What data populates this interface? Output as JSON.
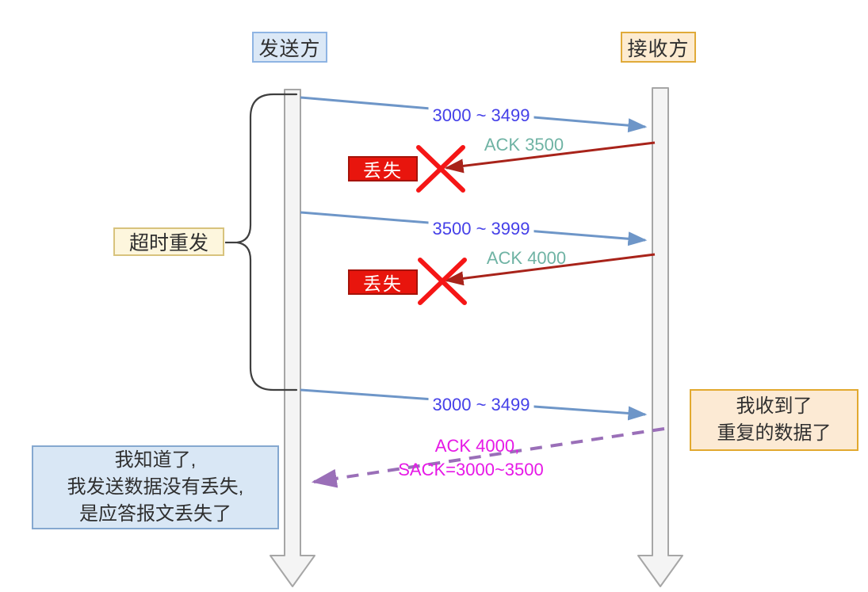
{
  "diagram": {
    "title_hint": "TCP SACK retransmission sequence diagram",
    "actors": {
      "sender": "发送方",
      "receiver": "接收方"
    },
    "timeout_label": "超时重发",
    "loss_labels": [
      "丢失",
      "丢失"
    ],
    "flows": [
      {
        "label": "3000 ~ 3499",
        "type": "data",
        "direction": "sender→receiver"
      },
      {
        "label": "ACK 3500",
        "type": "ack",
        "direction": "receiver→sender",
        "lost": true
      },
      {
        "label": "3500 ~ 3999",
        "type": "data",
        "direction": "sender→receiver"
      },
      {
        "label": "ACK 4000",
        "type": "ack",
        "direction": "receiver→sender",
        "lost": true
      },
      {
        "label": "3000 ~ 3499",
        "type": "data",
        "direction": "sender→receiver"
      },
      {
        "label": "ACK 4000,",
        "type": "sack",
        "direction": "receiver→sender"
      },
      {
        "label": "SACK=3000~3500",
        "type": "sack",
        "direction": "receiver→sender"
      }
    ],
    "notes": {
      "receiver_line1": "我收到了",
      "receiver_line2": "重复的数据了",
      "sender_line1": "我知道了,",
      "sender_line2": "我发送数据没有丢失,",
      "sender_line3": "是应答报文丢失了"
    },
    "colors": {
      "data_text": "#4540e8",
      "data_arrow": "#6e96c8",
      "ack_text": "#6fb3a4",
      "ack_arrow": "#a8231a",
      "loss_bg": "#e8150d",
      "loss_x": "#f51616",
      "sack_text": "#e619e6",
      "sack_arrow": "#9a6fb8",
      "sender_box_bg": "#dbe8f6",
      "sender_box_border": "#8eb4e3",
      "receiver_box_bg": "#fdebd0",
      "receiver_box_border": "#e0aa39",
      "timeout_box_bg": "#fdf6dd",
      "timeout_box_border": "#d8c37d",
      "timeline_fill": "#f4f4f4",
      "timeline_border": "#a6a6a6",
      "brace": "#3f3f3f"
    }
  }
}
